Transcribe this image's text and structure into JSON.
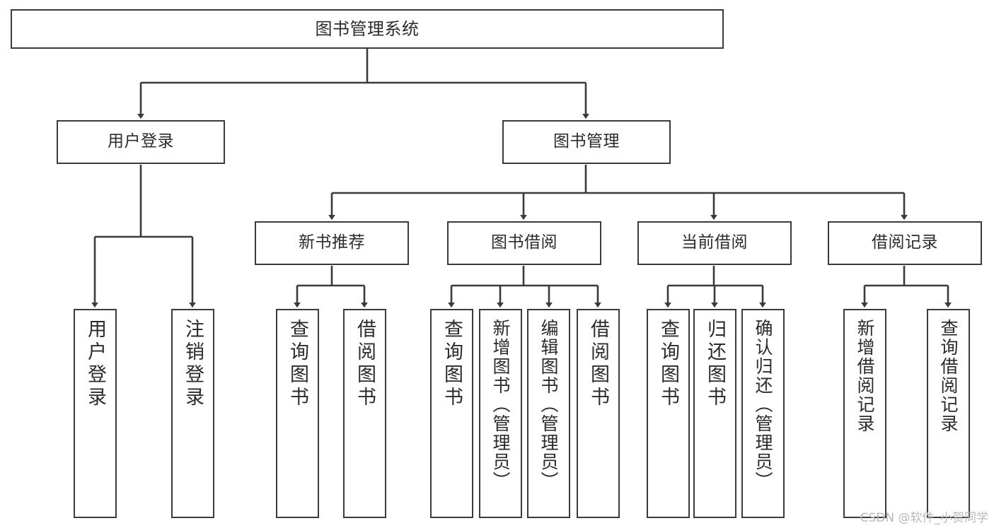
{
  "diagram": {
    "type": "tree-hierarchy",
    "title": "图书管理系统",
    "orientation": "top-down",
    "line_color": "#3b3b3b",
    "box_fill": "#ffffff",
    "text_color": "#2b2b2b"
  },
  "nodes": {
    "root": {
      "label": "图书管理系统"
    },
    "level2": [
      {
        "id": "user-login",
        "label": "用户登录"
      },
      {
        "id": "book-manage",
        "label": "图书管理"
      }
    ],
    "level3": [
      {
        "id": "new-book-recommend",
        "label": "新书推荐"
      },
      {
        "id": "book-borrow",
        "label": "图书借阅"
      },
      {
        "id": "current-borrow",
        "label": "当前借阅"
      },
      {
        "id": "borrow-record",
        "label": "借阅记录"
      }
    ],
    "leaves": {
      "user_login": [
        {
          "id": "leaf-user-login",
          "label": "用户登录"
        },
        {
          "id": "leaf-logout-login",
          "label": "注销登录"
        }
      ],
      "new_book_recommend": [
        {
          "id": "leaf-query-book-1",
          "label": "查询图书"
        },
        {
          "id": "leaf-borrow-book-1",
          "label": "借阅图书"
        }
      ],
      "book_borrow": [
        {
          "id": "leaf-query-book-2",
          "label": "查询图书"
        },
        {
          "id": "leaf-add-book",
          "label": "新增图书（管理员）"
        },
        {
          "id": "leaf-edit-book",
          "label": "编辑图书（管理员）"
        },
        {
          "id": "leaf-borrow-book-2",
          "label": "借阅图书"
        }
      ],
      "current_borrow": [
        {
          "id": "leaf-query-book-3",
          "label": "查询图书"
        },
        {
          "id": "leaf-return-book",
          "label": "归还图书"
        },
        {
          "id": "leaf-confirm-return",
          "label": "确认归还（管理员）"
        }
      ],
      "borrow_record": [
        {
          "id": "leaf-add-record",
          "label": "新增借阅记录"
        },
        {
          "id": "leaf-query-record",
          "label": "查询借阅记录"
        }
      ]
    }
  },
  "watermark": {
    "text": "CSDN @软件_小贺同学"
  }
}
